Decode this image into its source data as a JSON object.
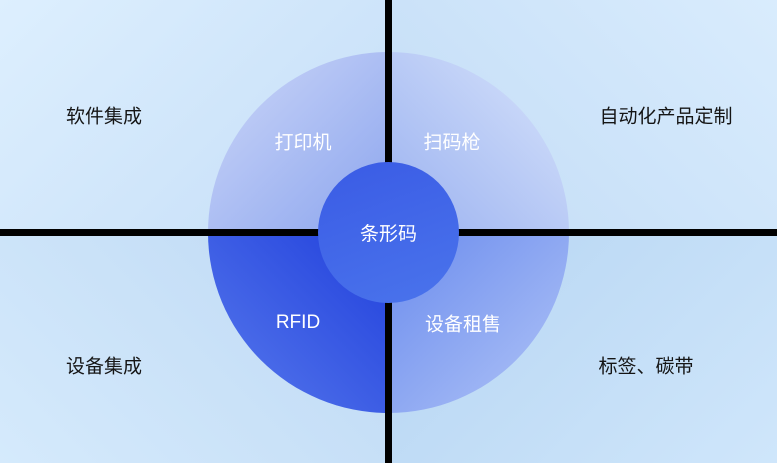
{
  "diagram": {
    "center_label": "条形码",
    "segments": {
      "top_left": "打印机",
      "top_right": "扫码枪",
      "bottom_left": "RFID",
      "bottom_right": "设备租售"
    },
    "corner_labels": {
      "top_left": "软件集成",
      "top_right": "自动化产品定制",
      "bottom_left": "设备集成",
      "bottom_right": "标签、碳带"
    },
    "colors": {
      "background_light": "#ddeffe",
      "background_deep": "#b6d5f2",
      "axis_line": "#000000",
      "segment_top_left": "#8ca5ee",
      "segment_top_right": "#9ab1f0",
      "segment_bottom_left": "#2140dc",
      "segment_bottom_right": "#6b8cee",
      "center_circle": "#3e63e7",
      "segment_text": "#ffffff",
      "corner_text": "#151515"
    }
  }
}
